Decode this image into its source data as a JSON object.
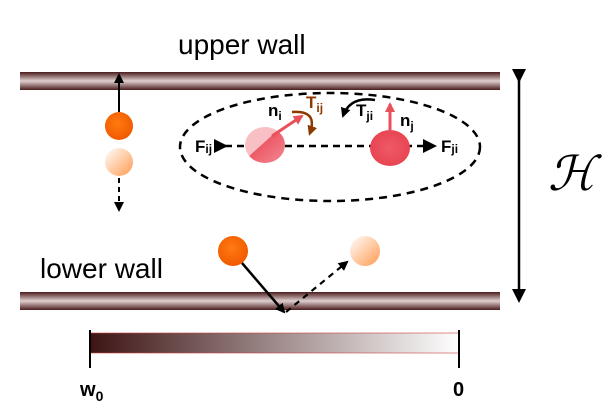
{
  "labels": {
    "upper_wall": "upper wall",
    "lower_wall": "lower wall",
    "height_symbol": "ℋ",
    "n_i": "n",
    "n_i_sub": "i",
    "n_j": "n",
    "n_j_sub": "j",
    "T_ij": "T",
    "T_ij_sub": "ij",
    "T_ji": "T",
    "T_ji_sub": "ji",
    "F_ij": "F",
    "F_ij_sub": "ij",
    "F_ji": "F",
    "F_ji_sub": "ji",
    "colorbar_min": "w",
    "colorbar_min_sub": "0",
    "colorbar_max": "0"
  },
  "colors": {
    "wall_dark": "#4a1c1c",
    "wall_light": "#d8c4c4",
    "particle_orange": "#ff6a00",
    "particle_pale": "#ffd2b0",
    "particle_red": "#ee4a5a",
    "particle_pink": "#f5a0a8",
    "arrow_red": "#e8505a",
    "torque_brown": "#8b3a00",
    "colorbar_dark": "#3d1414",
    "colorbar_light": "#ffffff"
  }
}
